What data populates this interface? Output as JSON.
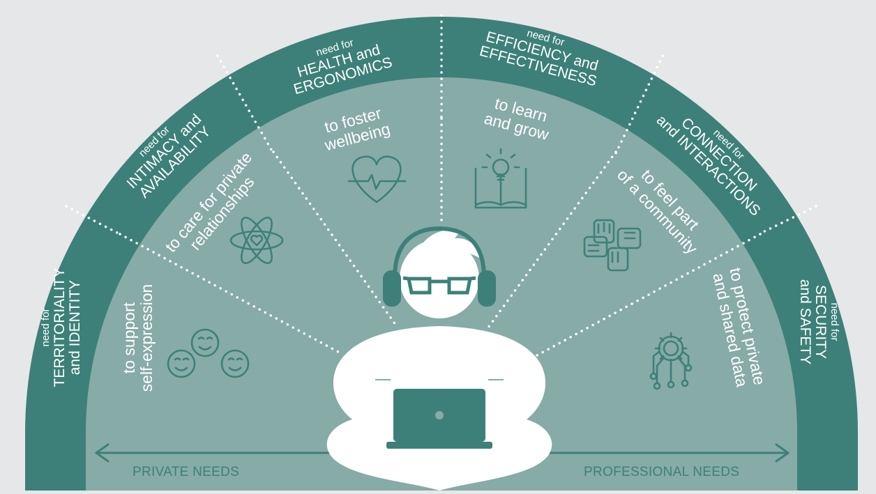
{
  "outer_ring": [
    {
      "prefix": "need for",
      "line1": "TERRITORIALITY",
      "line2": "and IDENTITY"
    },
    {
      "prefix": "need for",
      "line1": "INTIMACY and",
      "line2": "AVAILABILITY"
    },
    {
      "prefix": "need for",
      "line1": "HEALTH and",
      "line2": "ERGONOMICS"
    },
    {
      "prefix": "need for",
      "line1": "EFFICIENCY and",
      "line2": "EFFECTIVENESS"
    },
    {
      "prefix": "need for",
      "line1": "CONNECTION",
      "line2": "and INTERACTIONS"
    },
    {
      "prefix": "need for",
      "line1": "SECURITY",
      "line2": "and SAFETY"
    }
  ],
  "inner_ring": [
    {
      "line1": "to support",
      "line2": "self-expression",
      "icon": "smiling-faces-icon"
    },
    {
      "line1": "to care for private",
      "line2": "relationships",
      "icon": "atom-heart-icon"
    },
    {
      "line1": "to foster",
      "line2": "wellbeing",
      "icon": "heart-pulse-icon"
    },
    {
      "line1": "to learn",
      "line2": "and grow",
      "icon": "book-lightbulb-icon"
    },
    {
      "line1": "to feel part",
      "line2": "of a community",
      "icon": "linked-hands-icon"
    },
    {
      "line1": "to protect private",
      "line2": "and shared data",
      "icon": "gear-network-icon"
    }
  ],
  "bottom": {
    "left_label": "PRIVATE NEEDS",
    "right_label": "PROFESSIONAL NEEDS"
  },
  "colors": {
    "background": "#e6e7e8",
    "outer_ring": "#3d8079",
    "inner_field": "#87aba7",
    "text": "#ffffff",
    "figure": "#ffffff"
  }
}
